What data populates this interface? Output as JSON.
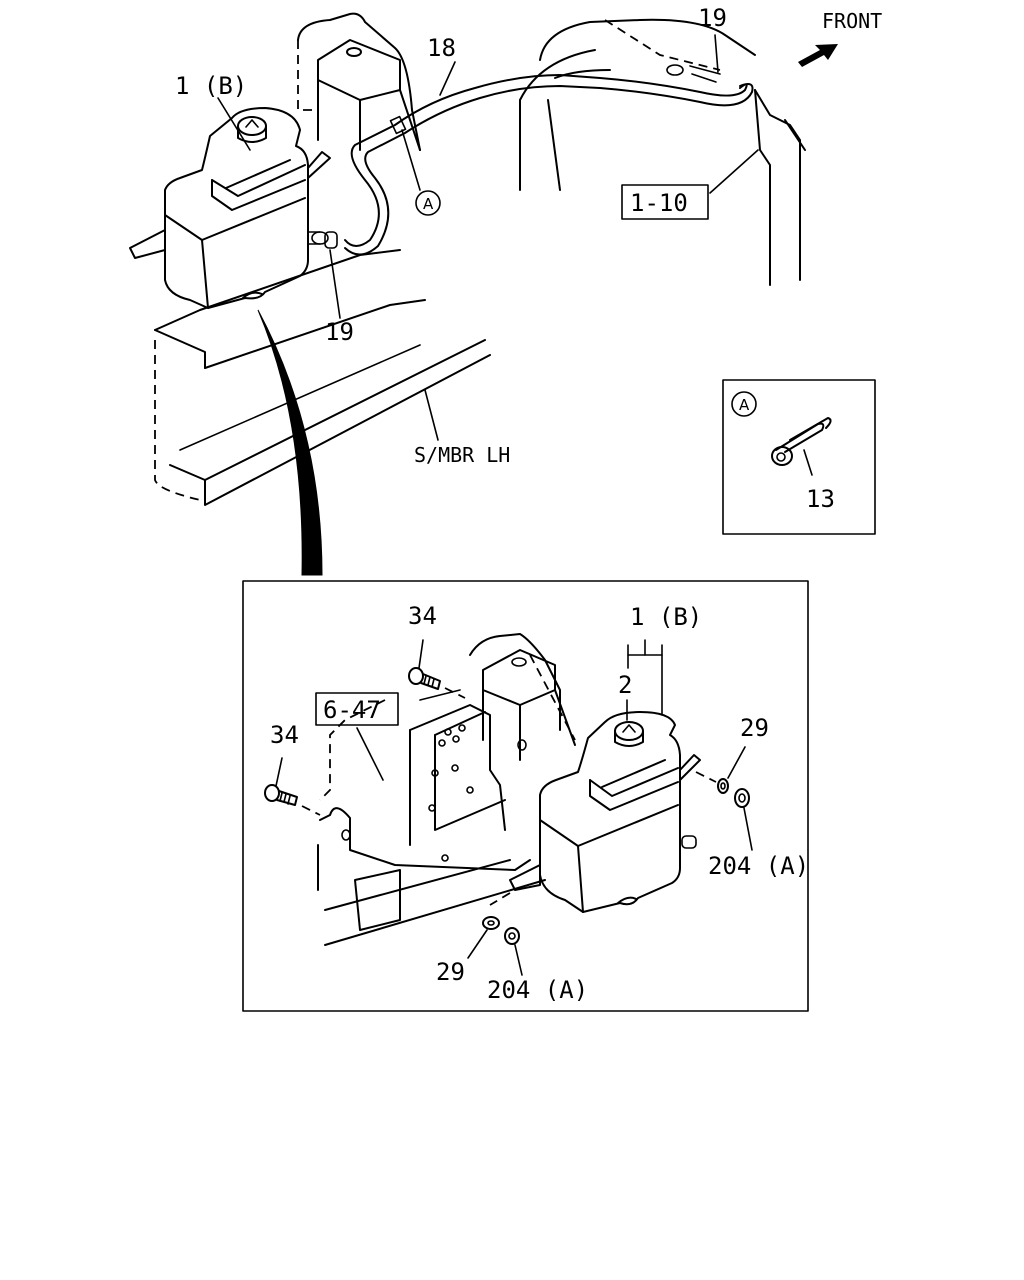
{
  "labels": {
    "front": "FRONT",
    "top_tank": "1 (B)",
    "hose": "18",
    "clip_top": "19",
    "clip_lower": "19",
    "ref_radiator": "1-10",
    "circle_a_main": "A",
    "circle_a_detail": "A",
    "side_member": "S/MBR LH",
    "clamp": "13",
    "bolt_upper": "34",
    "bolt_lower": "34",
    "ref_bracket": "6-47",
    "tank_detail": "1 (B)",
    "cap": "2",
    "washer_right": "29",
    "nut_right": "204 (A)",
    "washer_bottom": "29",
    "nut_bottom": "204 (A)"
  }
}
